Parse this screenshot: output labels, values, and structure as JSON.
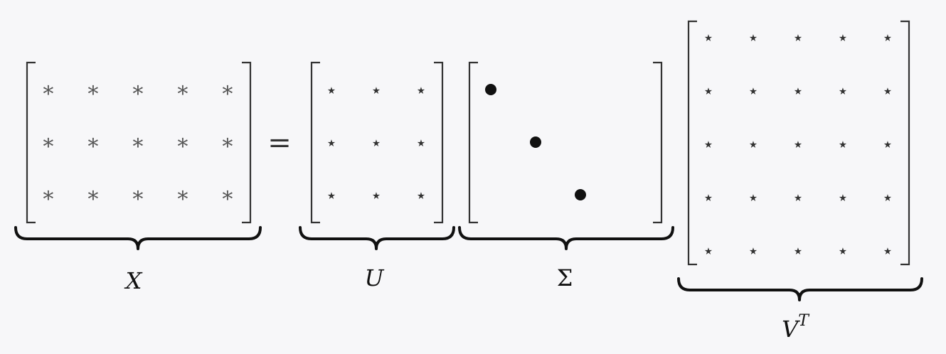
{
  "equals": "=",
  "matrices": [
    {
      "label": "X",
      "label_sup": "",
      "symbol": "∗",
      "rows": 3,
      "cols": 5,
      "cell_style": "asterisk"
    },
    {
      "label": "U",
      "label_sup": "",
      "symbol": "⋆",
      "rows": 3,
      "cols": 3,
      "cell_style": "star"
    },
    {
      "label": "Σ",
      "label_sup": "",
      "symbol": "•",
      "rows": 3,
      "cols": 3,
      "cell_style": "diagonal-dot"
    },
    {
      "label": "V",
      "label_sup": "T",
      "symbol": "⋆",
      "rows": 5,
      "cols": 5,
      "cell_style": "star"
    }
  ],
  "colors": {
    "background": "#f7f7f9",
    "ink": "#111111",
    "cell": "#555555"
  }
}
